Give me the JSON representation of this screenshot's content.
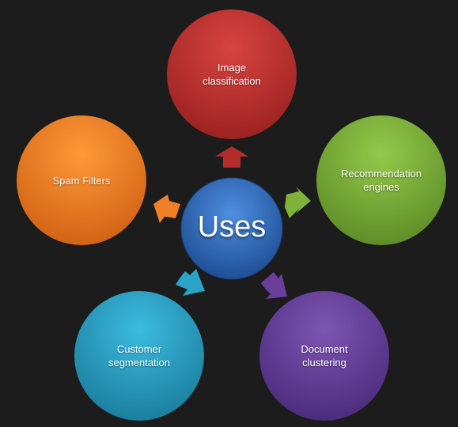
{
  "center": {
    "label": "Uses",
    "color": "#2f6fc0"
  },
  "nodes": [
    {
      "id": "image-classification",
      "label": "Image\nclassification",
      "color": "#c0302f"
    },
    {
      "id": "recommendation-engines",
      "label": "Recommendation\nengines",
      "color": "#7fb23a"
    },
    {
      "id": "document-clustering",
      "label": "Document\nclustering",
      "color": "#6a3f9c"
    },
    {
      "id": "customer-segmentation",
      "label": "Customer\nsegmentation",
      "color": "#2aa3c6"
    },
    {
      "id": "spam-filters",
      "label": "Spam Filters",
      "color": "#f07f26"
    }
  ]
}
